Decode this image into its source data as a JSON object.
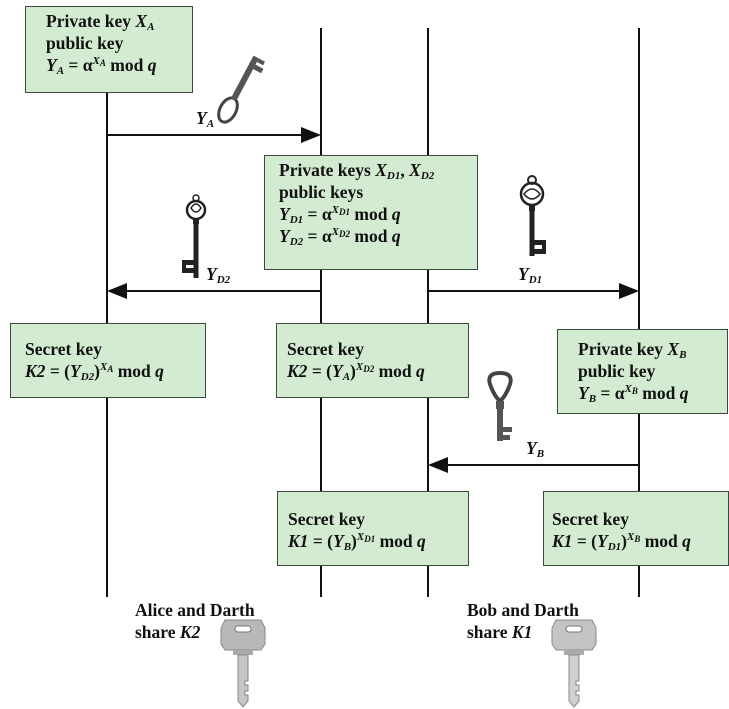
{
  "boxes": {
    "alice_private": {
      "line1_prefix": "Private key ",
      "line1_var": "X",
      "line1_sub": "A",
      "line2": "public key",
      "line3_var": "Y",
      "line3_sub": "A",
      "line3_eq": " = α",
      "line3_sup": "X",
      "line3_sup_sub": "A",
      "line3_rest": " mod ",
      "line3_q": "q"
    },
    "darth_private": {
      "line1_prefix": "Private keys ",
      "line1_var1": "X",
      "line1_sub1": "D1",
      "line1_sep": ", ",
      "line1_var2": "X",
      "line1_sub2": "D2",
      "line2": "public keys",
      "line3_var": "Y",
      "line3_sub": "D1",
      "line3_eq": " = α",
      "line3_sup": "X",
      "line3_sup_sub": "D1",
      "line3_rest": " mod ",
      "line3_q": "q",
      "line4_var": "Y",
      "line4_sub": "D2",
      "line4_eq": " = α",
      "line4_sup": "X",
      "line4_sup_sub": "D2",
      "line4_rest": " mod ",
      "line4_q": "q"
    },
    "alice_secret": {
      "line1": "Secret key",
      "line2_var": "K2",
      "line2_eq": " = (",
      "line2_y": "Y",
      "line2_ysub": "D2",
      "line2_close": ")",
      "line2_sup": "X",
      "line2_sup_sub": "A",
      "line2_rest": " mod ",
      "line2_q": "q"
    },
    "darth_secret_k2": {
      "line1": "Secret key",
      "line2_var": "K2",
      "line2_eq": " = (",
      "line2_y": "Y",
      "line2_ysub": "A",
      "line2_close": ")",
      "line2_sup": "X",
      "line2_sup_sub": "D2",
      "line2_rest": " mod ",
      "line2_q": "q"
    },
    "bob_private": {
      "line1_prefix": "Private key ",
      "line1_var": "X",
      "line1_sub": "B",
      "line2": "public key",
      "line3_var": "Y",
      "line3_sub": "B",
      "line3_eq": " = α",
      "line3_sup": "X",
      "line3_sup_sub": "B",
      "line3_rest": " mod ",
      "line3_q": "q"
    },
    "darth_secret_k1": {
      "line1": "Secret key",
      "line2_var": "K1",
      "line2_eq": " = (",
      "line2_y": "Y",
      "line2_ysub": "B",
      "line2_close": ")",
      "line2_sup": "X",
      "line2_sup_sub": "D1",
      "line2_rest": " mod ",
      "line2_q": "q"
    },
    "bob_secret": {
      "line1": "Secret key",
      "line2_var": "K1",
      "line2_eq": " = (",
      "line2_y": "Y",
      "line2_ysub": "D1",
      "line2_close": ")",
      "line2_sup": "X",
      "line2_sup_sub": "B",
      "line2_rest": " mod ",
      "line2_q": "q"
    }
  },
  "arrow_labels": {
    "ya": {
      "var": "Y",
      "sub": "A"
    },
    "yd2": {
      "var": "Y",
      "sub": "D2"
    },
    "yd1": {
      "var": "Y",
      "sub": "D1"
    },
    "yb": {
      "var": "Y",
      "sub": "B"
    }
  },
  "shares": {
    "left": {
      "line1": "Alice and Darth",
      "line2_prefix": "share ",
      "line2_key": "K2"
    },
    "right": {
      "line1": "Bob and Darth",
      "line2_prefix": "share ",
      "line2_key": "K1"
    }
  },
  "icons": [
    "old-key-icon",
    "ornate-key-icon",
    "ornate-key-icon",
    "old-key-icon",
    "modern-key-icon",
    "modern-key-icon"
  ],
  "colors": {
    "box_fill": "#d3ebd1",
    "box_border": "#3a4a3a",
    "line": "#111111"
  }
}
